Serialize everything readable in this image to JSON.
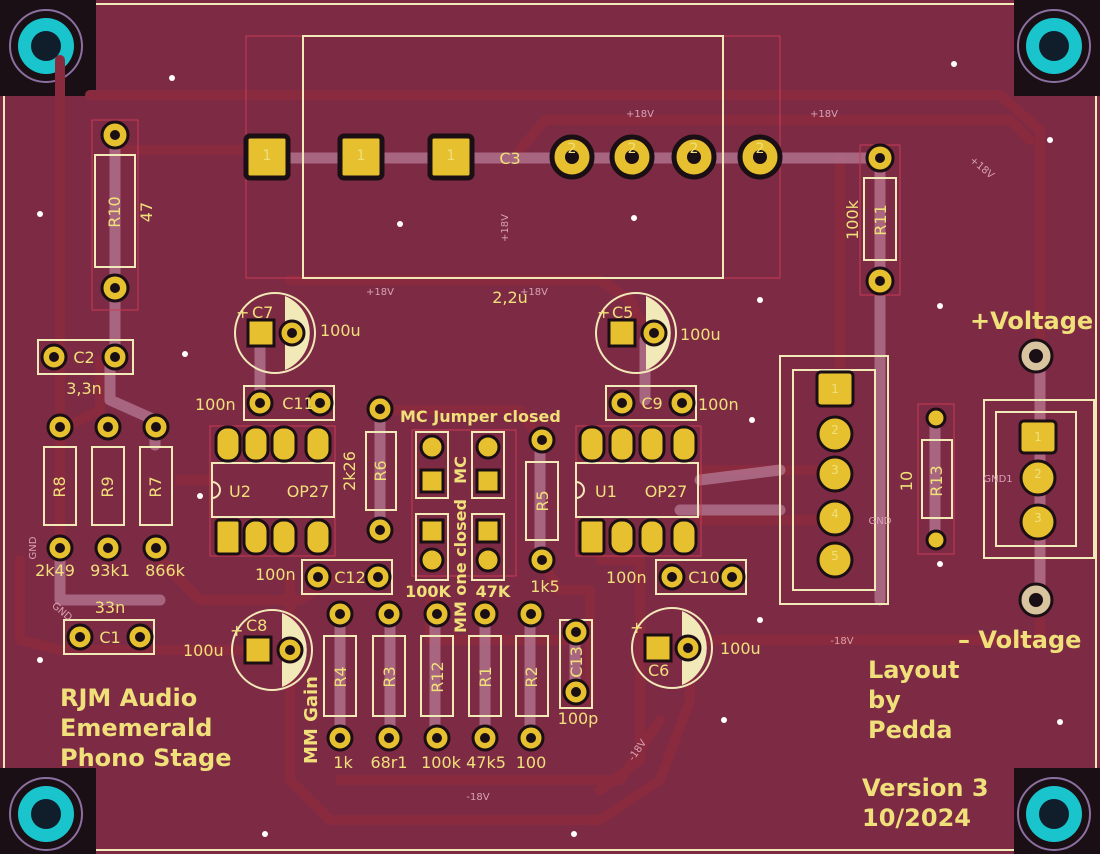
{
  "colors": {
    "board": "#7d2a45",
    "copper": "#8a2a3e",
    "copper_back": "#b77a94",
    "silk": "#f0e07a",
    "pad": "#e6c02e",
    "hole": "#1a0f14",
    "mount_pad": "#19c4cc"
  },
  "labels": {
    "title_line1": "RJM Audio",
    "title_line2": "Ememerald",
    "title_line3": "Phono Stage",
    "layout_line1": "Layout",
    "layout_line2": "by",
    "layout_line3": "Pedda",
    "version_line1": "Version 3",
    "version_line2": "10/2024",
    "plus_voltage": "+Voltage",
    "minus_voltage": "– Voltage",
    "mc_jumper": "MC Jumper closed",
    "mc": "MC",
    "mm_one_closed": "MM one closed",
    "mm_gain": "MM Gain",
    "opt_100k": "100K",
    "opt_47k": "47K"
  },
  "components": {
    "c3": {
      "ref": "C3",
      "value": "2,2u"
    },
    "r10": {
      "ref": "R10",
      "value": "47"
    },
    "r11": {
      "ref": "R11",
      "value": "100k"
    },
    "c2": {
      "ref": "C2",
      "value": "3,3n"
    },
    "c7": {
      "ref": "C7",
      "value": "100u"
    },
    "c5": {
      "ref": "C5",
      "value": "100u"
    },
    "c11": {
      "ref": "C11",
      "value": "100n"
    },
    "c9": {
      "ref": "C9",
      "value": "100n"
    },
    "r8": {
      "ref": "R8",
      "value": "2k49"
    },
    "r9": {
      "ref": "R9",
      "value": "93k1"
    },
    "r7": {
      "ref": "R7",
      "value": "866k"
    },
    "u2": {
      "ref": "U2",
      "value": "OP27"
    },
    "u1": {
      "ref": "U1",
      "value": "OP27"
    },
    "r6": {
      "ref": "R6",
      "value": "2k26"
    },
    "r5": {
      "ref": "R5",
      "value": "1k5"
    },
    "r13": {
      "ref": "R13",
      "value": "10"
    },
    "c12": {
      "ref": "C12",
      "value": "100n"
    },
    "c10": {
      "ref": "C10",
      "value": "100n"
    },
    "c1": {
      "ref": "C1",
      "value": "33n"
    },
    "c8": {
      "ref": "C8",
      "value": "100u"
    },
    "c6": {
      "ref": "C6",
      "value": "100u"
    },
    "c13": {
      "ref": "C13",
      "value": "100p"
    },
    "r4": {
      "ref": "R4",
      "value": "1k"
    },
    "r3": {
      "ref": "R3",
      "value": "68r1"
    },
    "r12": {
      "ref": "R12",
      "value": "100k"
    },
    "r1": {
      "ref": "R1",
      "value": "47k5"
    },
    "r2": {
      "ref": "R2",
      "value": "100"
    }
  },
  "nets": {
    "p18": "+18V",
    "m18": "-18V",
    "gnd": "GND",
    "gnd1": "GND1"
  },
  "pin_numbers": {
    "one": "1",
    "two": "2",
    "three": "3",
    "four": "4",
    "five": "5",
    "plus": "+"
  }
}
